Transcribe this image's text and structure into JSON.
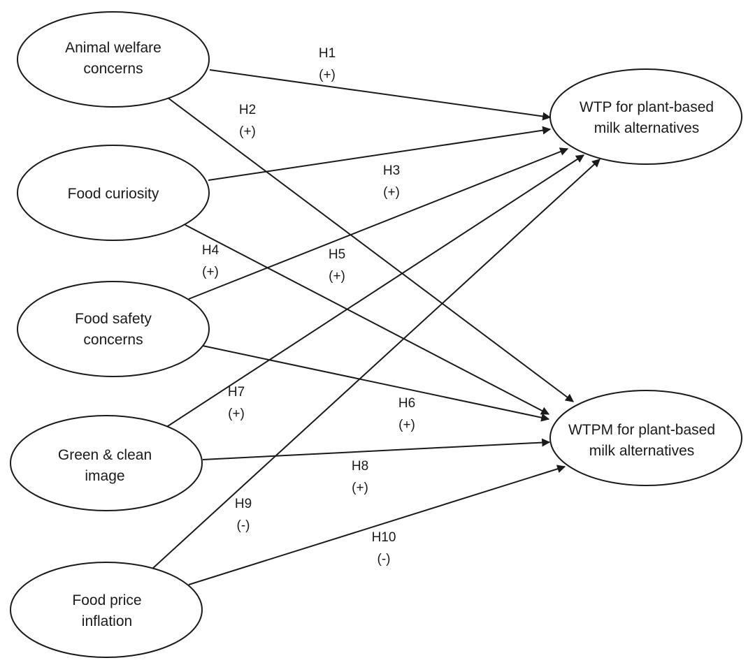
{
  "nodes": {
    "animal_welfare": {
      "lines": [
        "Animal welfare",
        "concerns"
      ]
    },
    "food_curiosity": {
      "lines": [
        "Food curiosity"
      ]
    },
    "food_safety": {
      "lines": [
        "Food safety",
        "concerns"
      ]
    },
    "green_clean": {
      "lines": [
        "Green & clean",
        "image"
      ]
    },
    "food_price": {
      "lines": [
        "Food price",
        "inflation"
      ]
    },
    "wtp": {
      "lines": [
        "WTP for plant-based",
        "milk alternatives"
      ]
    },
    "wtpm": {
      "lines": [
        "WTPM for plant-based",
        "milk alternatives"
      ]
    }
  },
  "hypotheses": {
    "h1": {
      "id": "H1",
      "sign": "(+)"
    },
    "h2": {
      "id": "H2",
      "sign": "(+)"
    },
    "h3": {
      "id": "H3",
      "sign": "(+)"
    },
    "h4": {
      "id": "H4",
      "sign": "(+)"
    },
    "h5": {
      "id": "H5",
      "sign": "(+)"
    },
    "h6": {
      "id": "H6",
      "sign": "(+)"
    },
    "h7": {
      "id": "H7",
      "sign": "(+)"
    },
    "h8": {
      "id": "H8",
      "sign": "(+)"
    },
    "h9": {
      "id": "H9",
      "sign": "(-)"
    },
    "h10": {
      "id": "H10",
      "sign": "(-)"
    }
  }
}
